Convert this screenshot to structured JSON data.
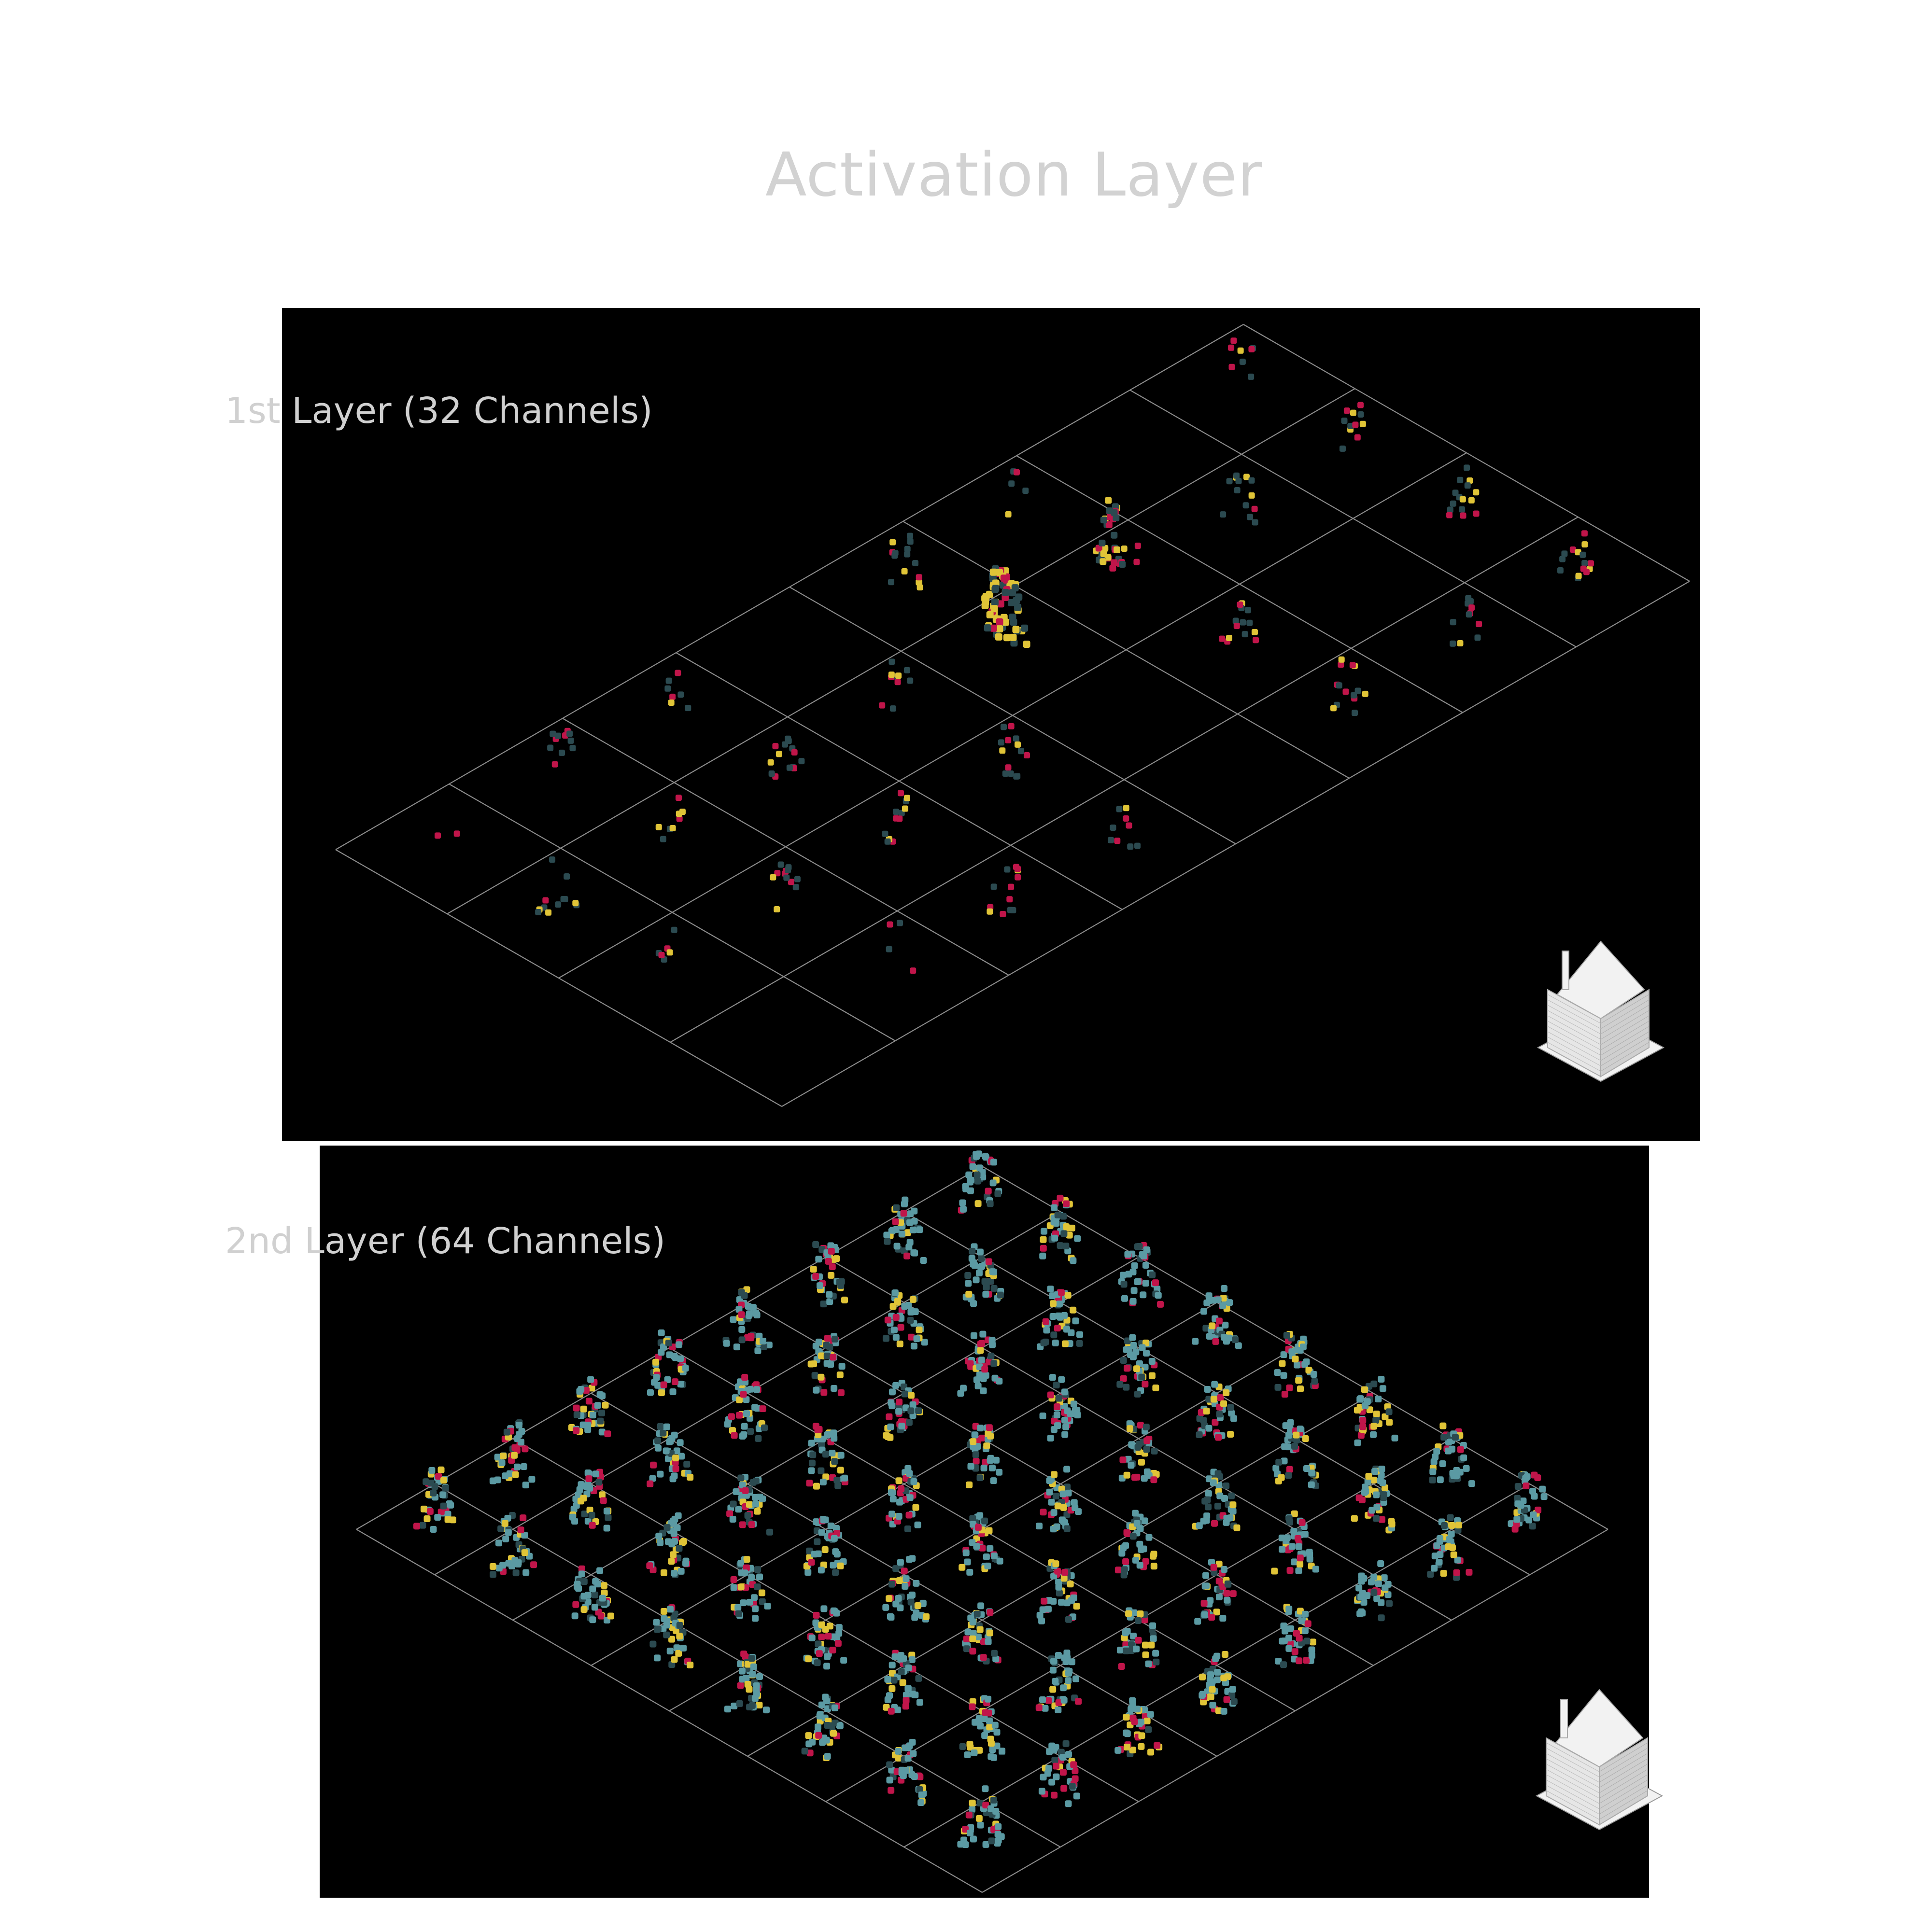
{
  "title": "Activation Layer",
  "layers": [
    {
      "label": "1st Layer (32 Channels)",
      "channels": 32,
      "grid_rows": 4,
      "grid_cols": 8
    },
    {
      "label": "2nd Layer (64 Channels)",
      "channels": 64,
      "grid_rows": 8,
      "grid_cols": 8
    }
  ],
  "colors": {
    "background": "#000000",
    "gridline": "#8a8a8a",
    "voxel_teal": "#5b9aa3",
    "voxel_dark_teal": "#2b4a50",
    "voxel_crimson": "#c0154a",
    "voxel_yellow": "#e0c437",
    "house_model": "#f2f2f2",
    "title_text": "#d2d2d2"
  },
  "icons": [
    "house-voxel-model-icon"
  ]
}
